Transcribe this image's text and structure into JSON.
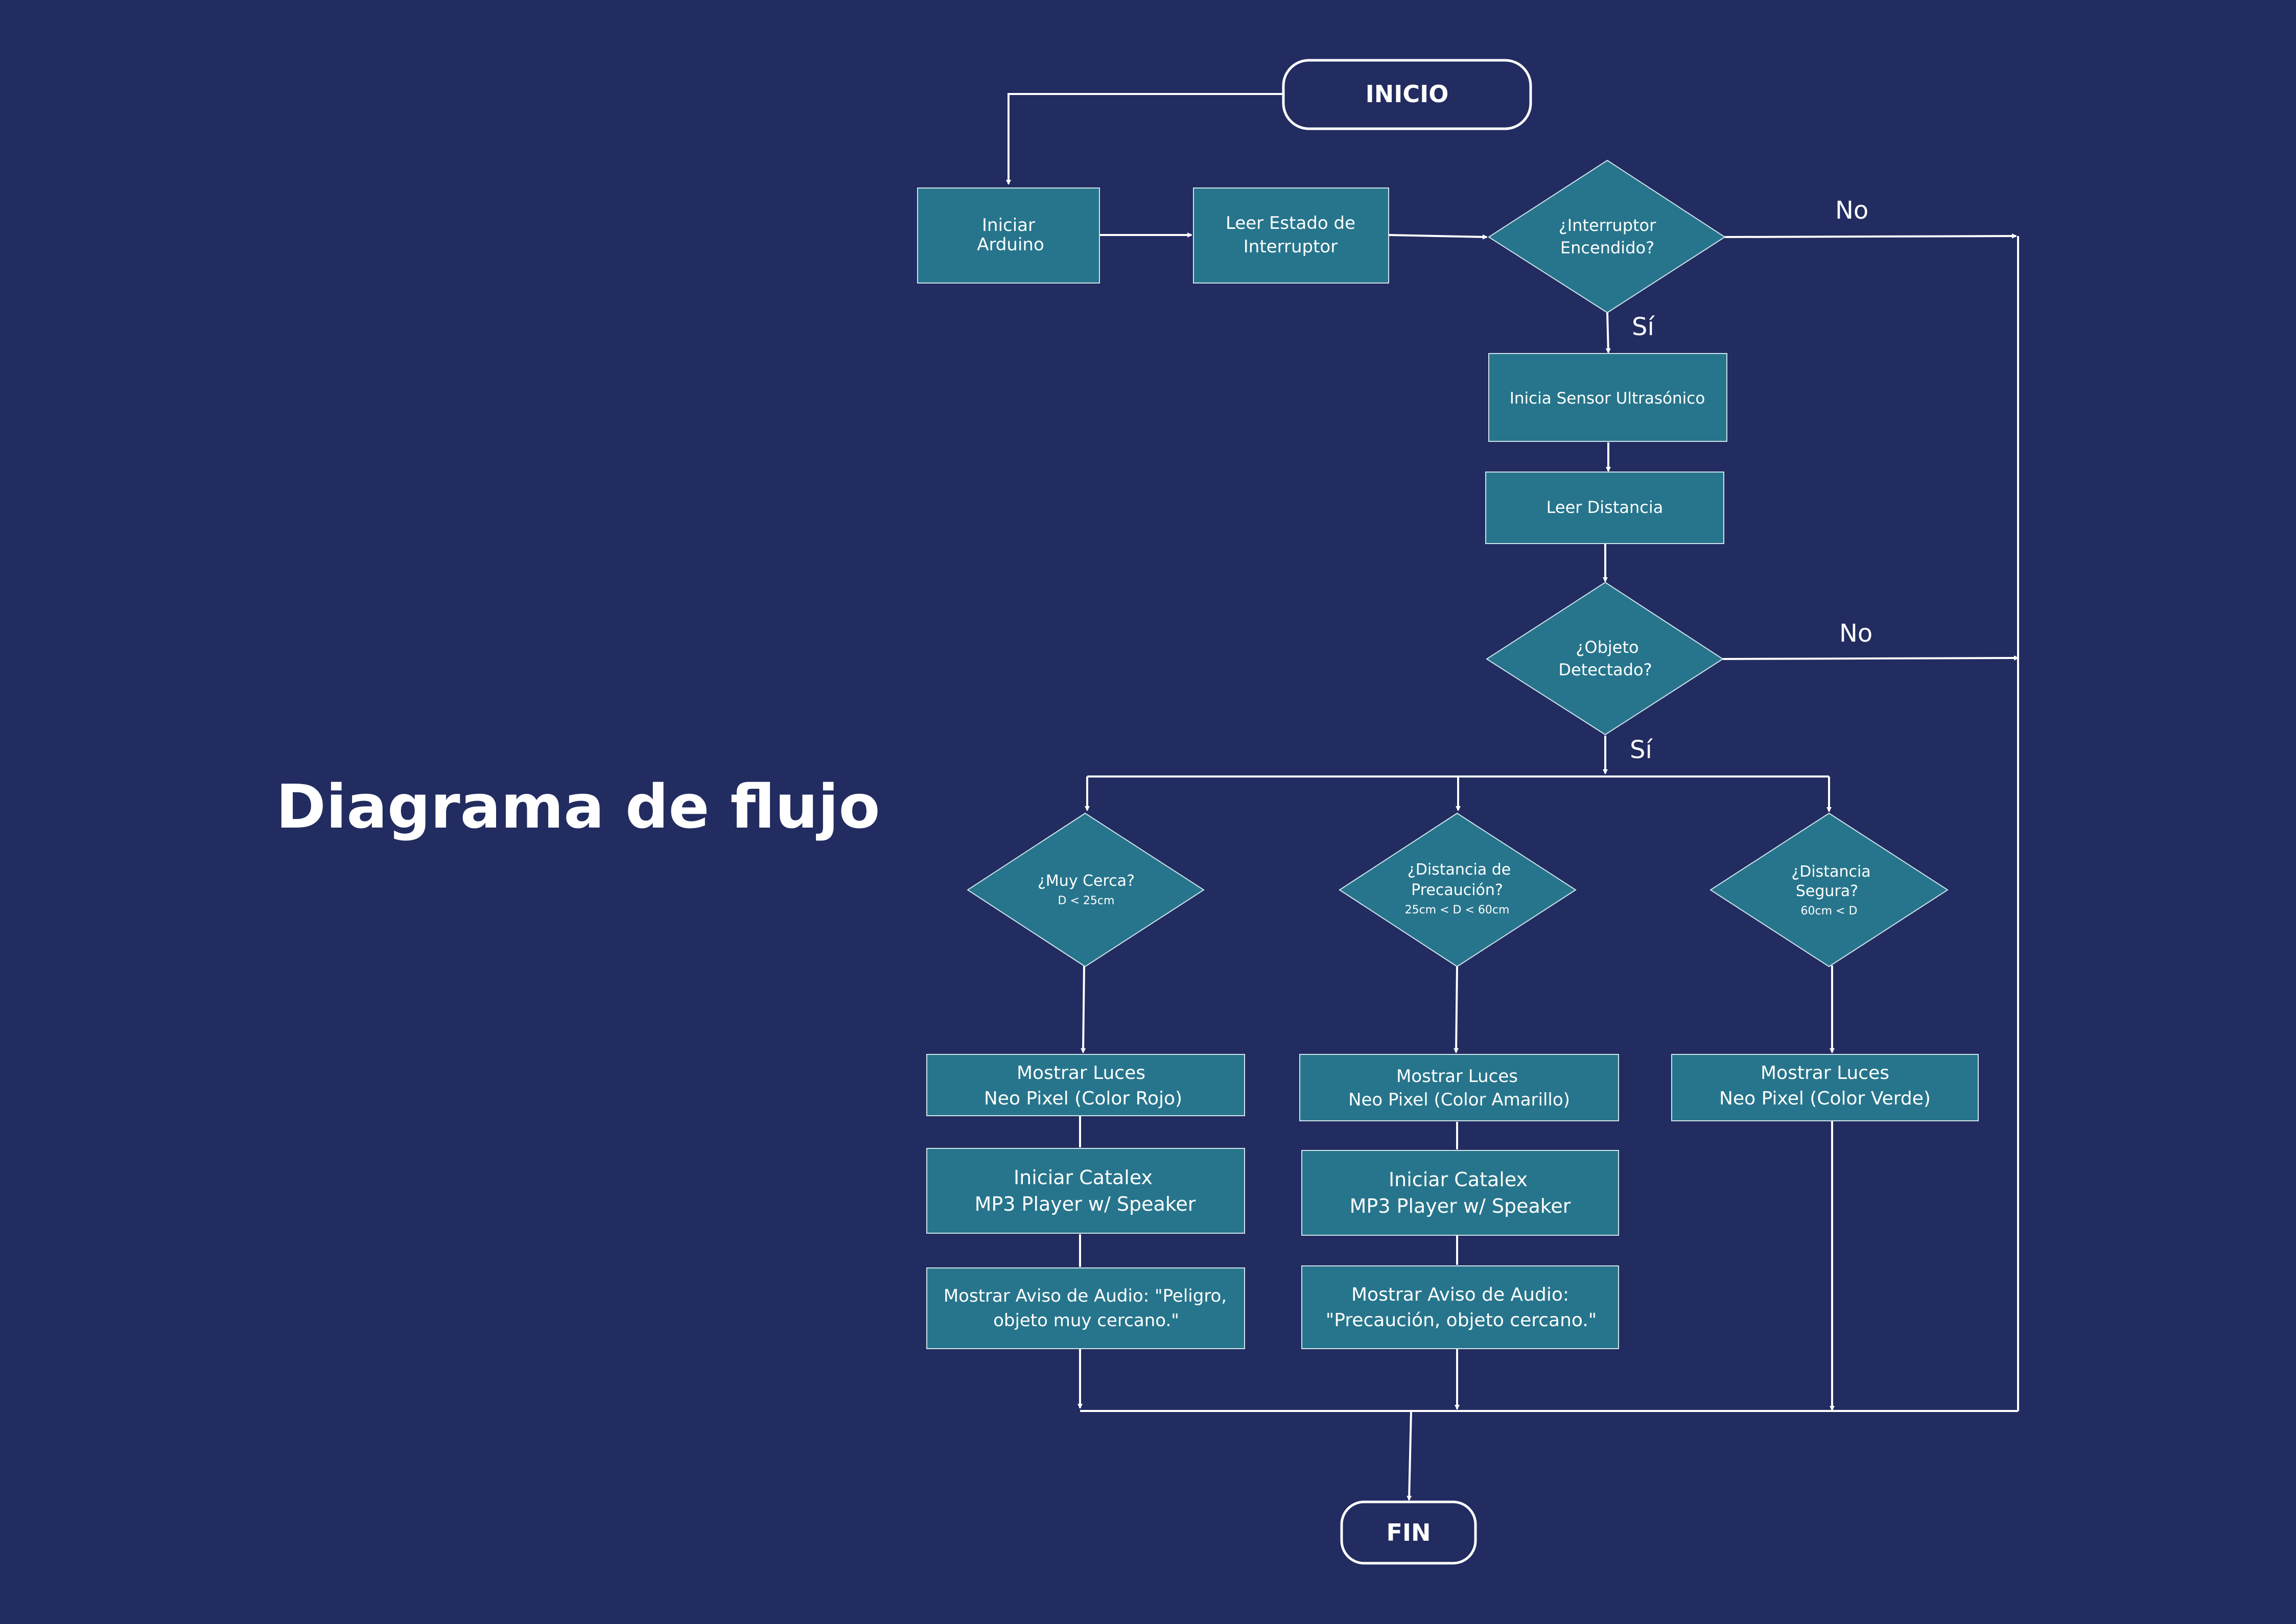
{
  "title": "Diagrama de flujo",
  "colors": {
    "background": "#222c60",
    "node_fill": "#27758c",
    "line": "#ffffff",
    "text": "#ffffff"
  },
  "nodes": {
    "inicio": "INICIO",
    "iniciar_arduino": [
      "Iniciar",
      "Arduino"
    ],
    "leer_estado": [
      "Leer Estado de",
      "Interruptor"
    ],
    "interruptor": [
      "¿Interruptor",
      "Encendido?"
    ],
    "inicia_sensor": "Inicia Sensor Ultrasónico",
    "leer_distancia": "Leer Distancia",
    "objeto": [
      "¿Objeto",
      "Detectado?"
    ],
    "muy_cerca": [
      "¿Muy Cerca?"
    ],
    "muy_cerca_sub": "D < 25cm",
    "precaucion": [
      "¿Distancia de",
      "Precaución?"
    ],
    "precaucion_sub": "25cm < D < 60cm",
    "segura": [
      "¿Distancia",
      "Segura?"
    ],
    "segura_sub": "60cm < D",
    "luces_rojo": [
      "Mostrar Luces",
      "Neo Pixel (Color Rojo)"
    ],
    "luces_amarillo": [
      "Mostrar Luces",
      "Neo Pixel (Color Amarillo)"
    ],
    "luces_verde": [
      "Mostrar Luces",
      "Neo Pixel (Color Verde)"
    ],
    "catalex_1": [
      "Iniciar Catalex",
      "MP3 Player w/ Speaker"
    ],
    "catalex_2": [
      "Iniciar Catalex",
      "MP3 Player w/ Speaker"
    ],
    "aviso_peligro": [
      "Mostrar Aviso de Audio: \"Peligro,",
      "objeto muy cercano.\""
    ],
    "aviso_precaucion": [
      "Mostrar Aviso de Audio:",
      "\"Precaución, objeto cercano.\""
    ],
    "fin": "FIN"
  },
  "edge_labels": {
    "no_1": "No",
    "si_1": "Sí",
    "no_2": "No",
    "si_2": "Sí"
  }
}
